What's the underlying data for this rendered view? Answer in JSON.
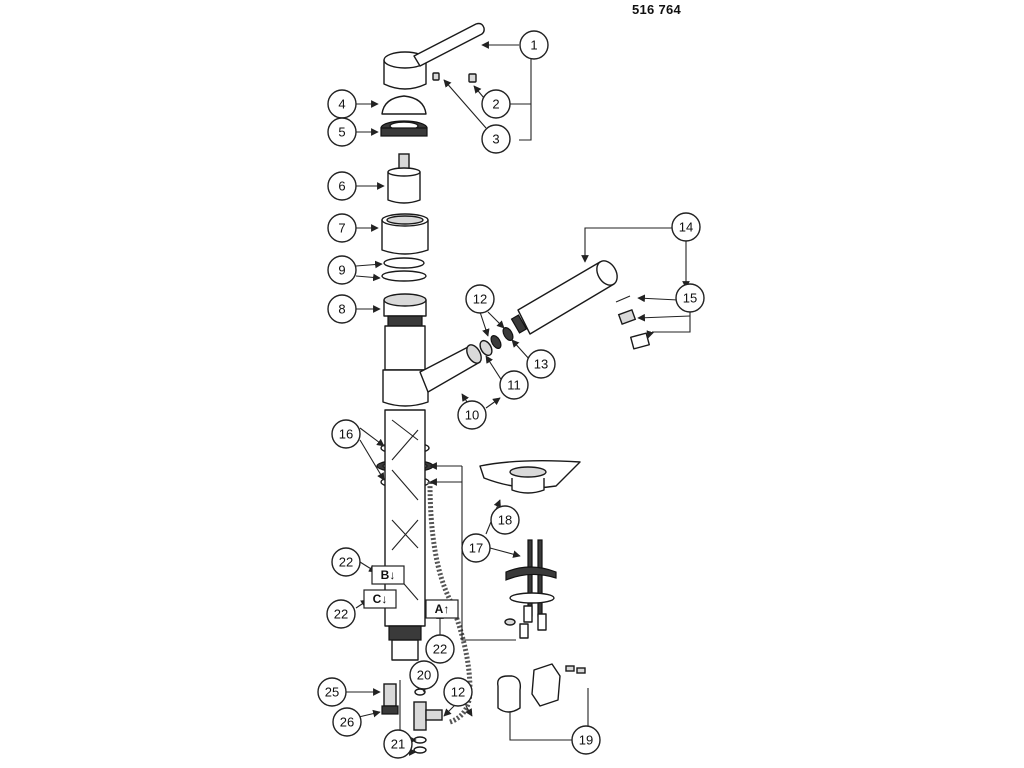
{
  "document_number": "516 764",
  "callouts": [
    "1",
    "2",
    "3",
    "4",
    "5",
    "6",
    "7",
    "9",
    "8",
    "12",
    "13",
    "14",
    "15",
    "11",
    "10",
    "16",
    "18",
    "17",
    "22",
    "22",
    "22",
    "20",
    "12",
    "25",
    "26",
    "21",
    "19"
  ],
  "flow_labels": [
    "B↓",
    "C↓",
    "A↑"
  ]
}
